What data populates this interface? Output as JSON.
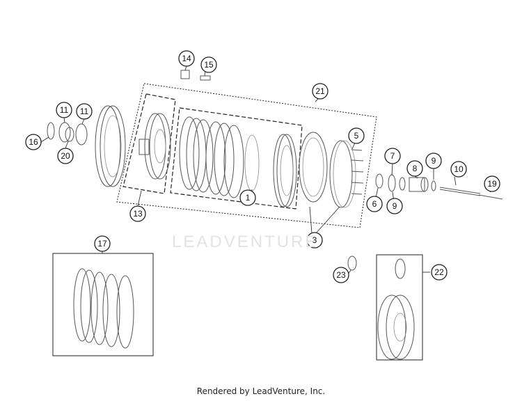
{
  "watermark": "LEADVENTURE",
  "footer": "Rendered by LeadVenture, Inc.",
  "callouts": [
    "1",
    "3",
    "5",
    "6",
    "7",
    "8",
    "9",
    "9",
    "10",
    "11",
    "11",
    "13",
    "14",
    "15",
    "16",
    "17",
    "19",
    "20",
    "21",
    "22",
    "23"
  ],
  "colors": {
    "line": "#555555",
    "callout_stroke": "#222222",
    "watermark": "#e3e3e3"
  }
}
